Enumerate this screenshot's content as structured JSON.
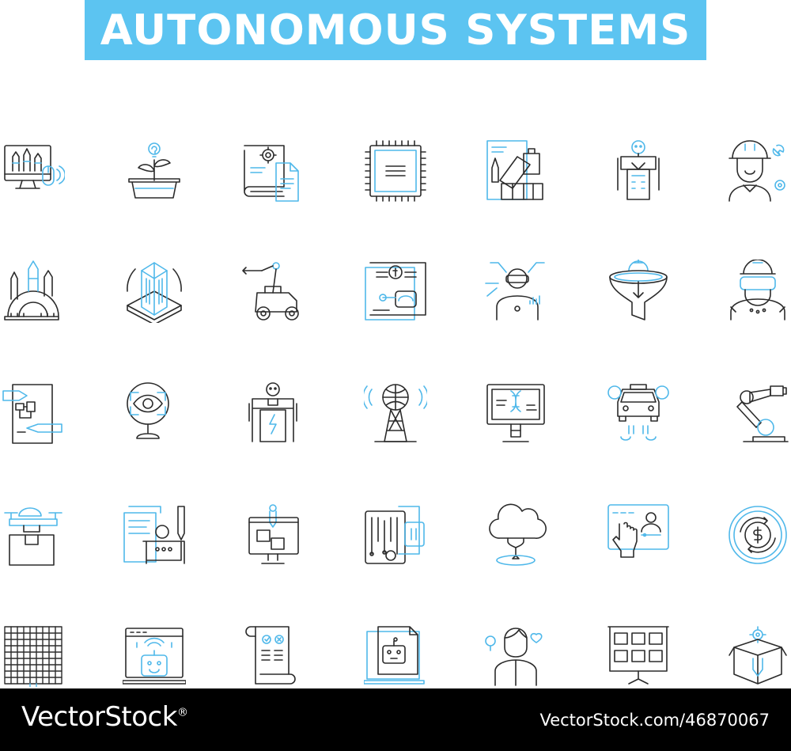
{
  "title": "AUTONOMOUS SYSTEMS",
  "footer": {
    "brand": "VectorStock",
    "registered": "®",
    "image_id": "VectorStock.com/46870067"
  },
  "colors": {
    "banner": "#5cc4f1",
    "icon_dark": "#2b2b2b",
    "icon_accent": "#4fb8ea",
    "footer_bg": "#000000"
  },
  "icons": [
    [
      "design-monitor-icon",
      "plant-idea-icon",
      "manual-book-icon",
      "microchip-icon",
      "color-swatch-icon",
      "robot-icon",
      "engineer-woman-icon"
    ],
    [
      "drafting-tools-icon",
      "3d-building-icon",
      "rover-robot-arm-icon",
      "robot-finance-document-icon",
      "vr-user-network-icon",
      "funnel-gear-icon",
      "vr-engineer-icon"
    ],
    [
      "flowchart-document-icon",
      "eye-scanner-icon",
      "battery-robot-icon",
      "tower-globe-icon",
      "dna-monitor-icon",
      "autonomous-car-icon",
      "industrial-robot-arm-icon"
    ],
    [
      "delivery-drone-icon",
      "robot-documents-icon",
      "design-software-icon",
      "circuit-board-icon",
      "brainstorm-cloud-icon",
      "video-call-touch-icon",
      "dollar-exchange-icon"
    ],
    [
      "grid-panel-icon",
      "robot-laptop-icon",
      "checklist-scroll-icon",
      "robot-tablet-icon",
      "person-ideas-icon",
      "presentation-board-icon",
      "box-gear-icon"
    ]
  ]
}
